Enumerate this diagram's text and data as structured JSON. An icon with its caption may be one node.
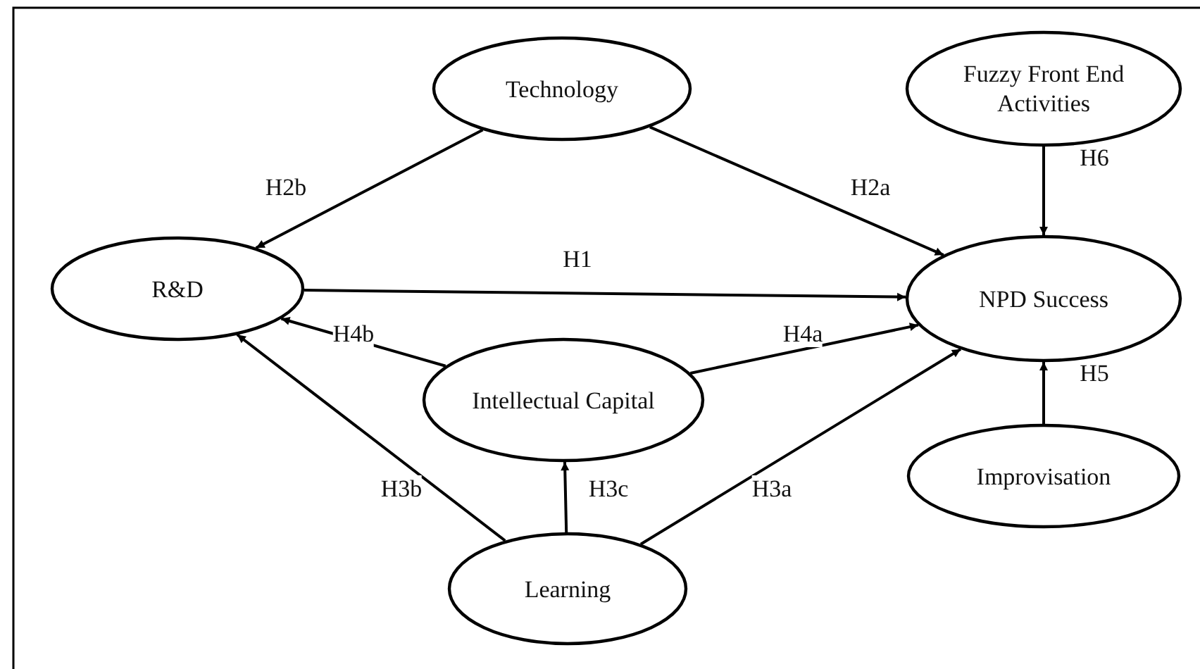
{
  "diagram": {
    "nodes": [
      {
        "text": [
          "Technology"
        ]
      },
      {
        "text": [
          "Fuzzy Front End Activities"
        ]
      },
      {
        "text": [
          "R&D"
        ]
      },
      {
        "text": [
          "NPD Success"
        ]
      },
      {
        "text": [
          "Intellectual Capital"
        ]
      },
      {
        "text": [
          "Improvisation"
        ]
      },
      {
        "text": [
          "Learning"
        ]
      }
    ],
    "edges": [
      {
        "from": 0,
        "to": 2,
        "arrow": "to",
        "label": "H2b"
      },
      {
        "from": 0,
        "to": 3,
        "arrow": "to",
        "label": "H2a"
      },
      {
        "from": 1,
        "to": 3,
        "arrow": "to",
        "label": "H6"
      },
      {
        "from": 2,
        "to": 3,
        "arrow": "to",
        "label": "H1"
      },
      {
        "from": 4,
        "to": 2,
        "arrow": "to",
        "label": "H4b"
      },
      {
        "from": 4,
        "to": 3,
        "arrow": "to",
        "label": "H4a"
      },
      {
        "from": 6,
        "to": 2,
        "arrow": "to",
        "label": "H3b"
      },
      {
        "from": 6,
        "to": 4,
        "arrow": "to",
        "label": "H3c"
      },
      {
        "from": 6,
        "to": 3,
        "arrow": "to",
        "label": "H3a"
      },
      {
        "from": 5,
        "to": 3,
        "arrow": "to",
        "label": "H5"
      }
    ]
  }
}
